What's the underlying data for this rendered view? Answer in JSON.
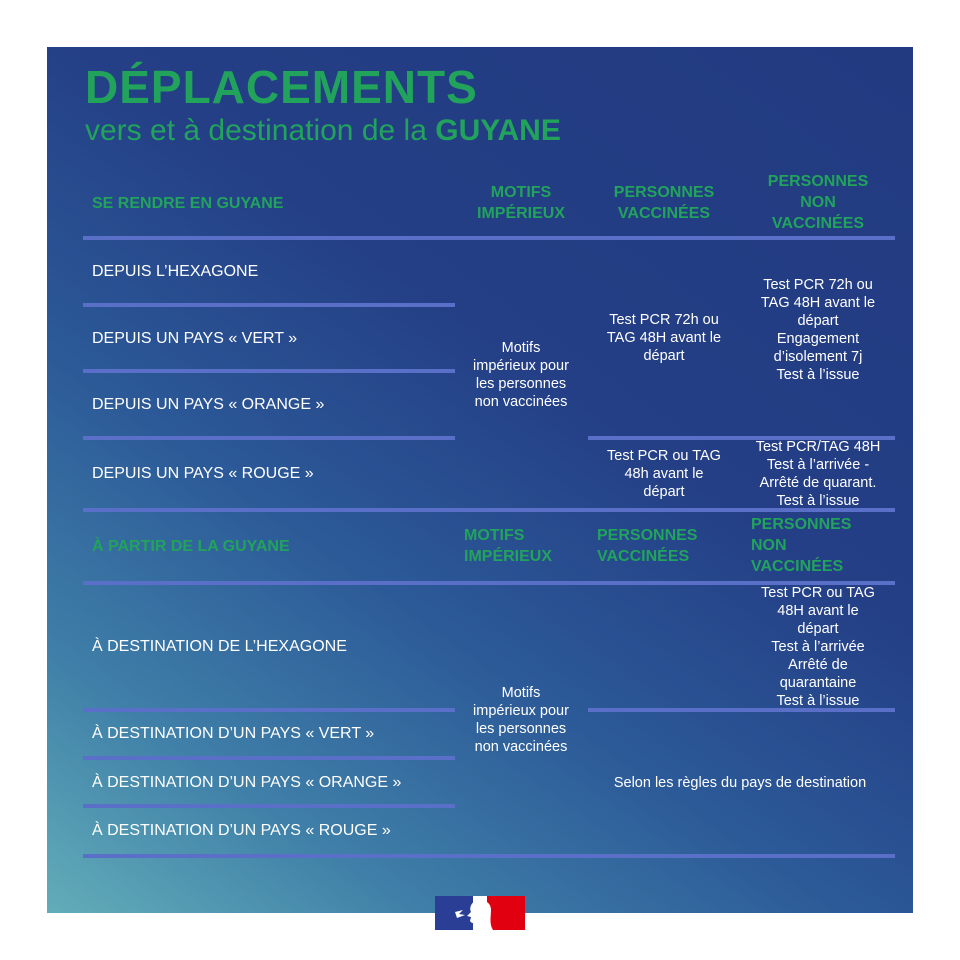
{
  "title": "DÉPLACEMENTS",
  "subtitle_prefix": "vers et à destination de la",
  "subtitle_bold": "GUYANE",
  "section1": {
    "header": "SE RENDRE EN GUYANE",
    "columns": {
      "motifs": [
        "MOTIFS",
        "IMPÉRIEUX"
      ],
      "vaccinees": [
        "PERSONNES",
        "VACCINÉES"
      ],
      "non_vaccinees": [
        "PERSONNES",
        "NON",
        "VACCINÉES"
      ]
    },
    "rows": [
      "DEPUIS L’HEXAGONE",
      "DEPUIS UN PAYS « VERT »",
      "DEPUIS UN PAYS « ORANGE »",
      "DEPUIS UN PAYS « ROUGE »"
    ],
    "motifs_cell": [
      "Motifs",
      "impérieux pour",
      "les personnes",
      "non vaccinées"
    ],
    "vaccinees_cell": [
      "Test PCR 72h ou",
      "TAG 48H avant le",
      "départ"
    ],
    "non_vaccinees_cell": [
      "Test PCR 72h ou",
      "TAG 48H avant le",
      "départ",
      "Engagement",
      "d’isolement 7j",
      "Test à l’issue"
    ],
    "rouge_vaccinees_cell": [
      "Test PCR ou TAG",
      "48h avant le",
      "départ"
    ],
    "rouge_non_vaccinees_cell": [
      "Test PCR/TAG 48H",
      "Test à l’arrivée -",
      "Arrêté de quarant.",
      "Test à l’issue"
    ]
  },
  "section2": {
    "header": "À PARTIR DE LA GUYANE",
    "columns": {
      "motifs": [
        "MOTIFS",
        "IMPÉRIEUX"
      ],
      "vaccinees": [
        "PERSONNES",
        "VACCINÉES"
      ],
      "non_vaccinees": [
        "PERSONNES",
        "NON",
        "VACCINÉES"
      ]
    },
    "rows": [
      "À DESTINATION DE L’HEXAGONE",
      "À DESTINATION D’UN PAYS « VERT »",
      "À DESTINATION D’UN PAYS « ORANGE »",
      "À DESTINATION D’UN PAYS « ROUGE »"
    ],
    "motifs_cell": [
      "Motifs",
      "impérieux pour",
      "les personnes",
      "non vaccinées"
    ],
    "hexagone_non_vaccinees_cell": [
      "Test PCR ou TAG",
      "48H avant le",
      "départ",
      "Test à l’arrivée",
      "Arrêté de",
      "quarantaine",
      "Test à l’issue"
    ],
    "other_countries_cell": "Selon les règles du pays de destination"
  },
  "colors": {
    "green": "#22a35c",
    "line": "#5a6fc8",
    "flag_blue": "#2b3e96",
    "flag_red": "#e1000f"
  }
}
